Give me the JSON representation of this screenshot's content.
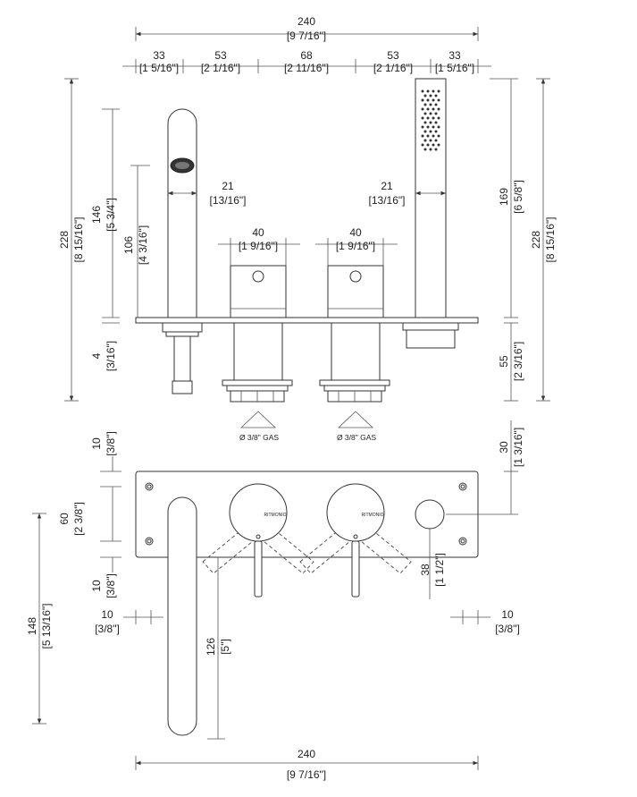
{
  "dimensions": {
    "top_total": {
      "mm": "240",
      "in": "[9 7/16\"]"
    },
    "top_segments": [
      {
        "mm": "33",
        "in": "[1 5/16\"]"
      },
      {
        "mm": "53",
        "in": "[2 1/16\"]"
      },
      {
        "mm": "68",
        "in": "[2 11/16\"]"
      },
      {
        "mm": "53",
        "in": "[2 1/16\"]"
      },
      {
        "mm": "33",
        "in": "[1 5/16\"]"
      }
    ],
    "spout_diameter": {
      "mm": "21",
      "in": "[13/16\"]"
    },
    "handshower_diameter": {
      "mm": "21",
      "in": "[13/16\"]"
    },
    "handle_width_left": {
      "mm": "40",
      "in": "[1 9/16\"]"
    },
    "handle_width_right": {
      "mm": "40",
      "in": "[1 9/16\"]"
    },
    "left_total_height": {
      "mm": "228",
      "in": "[8 15/16\"]"
    },
    "spout_height": {
      "mm": "146",
      "in": "[5 3/4\"]"
    },
    "spout_outlet_height": {
      "mm": "106",
      "in": "[4 3/16\"]"
    },
    "plate_thickness": {
      "mm": "4",
      "in": "[3/16\"]"
    },
    "right_total_height": {
      "mm": "228",
      "in": "[8 15/16\"]"
    },
    "handshower_height": {
      "mm": "169",
      "in": "[6 5/8\"]"
    },
    "under_depth": {
      "mm": "55",
      "in": "[2 3/16\"]"
    },
    "plan_top_margin": {
      "mm": "10",
      "in": "[3/8\"]"
    },
    "plan_hole_spacing": {
      "mm": "60",
      "in": "[2 3/8\"]"
    },
    "plan_bottom_margin": {
      "mm": "10",
      "in": "[3/8\"]"
    },
    "plan_right_offset": {
      "mm": "30",
      "in": "[1 3/16\"]"
    },
    "plan_spout_length": {
      "mm": "148",
      "in": "[5 13/16\"]"
    },
    "plan_spout_reach": {
      "mm": "126",
      "in": "[5\"]"
    },
    "plan_side_left": {
      "mm": "10",
      "in": "[3/8\"]"
    },
    "plan_side_right": {
      "mm": "10",
      "in": "[3/8\"]"
    },
    "plan_lever_length": {
      "mm": "38",
      "in": "[1 1/2\"]"
    },
    "bottom_total": {
      "mm": "240",
      "in": "[9 7/16\"]"
    }
  },
  "connection_label_left": "Ø  3/8\" GAS",
  "connection_label_right": "Ø  3/8\" GAS",
  "logo_text": "RITMONIO"
}
